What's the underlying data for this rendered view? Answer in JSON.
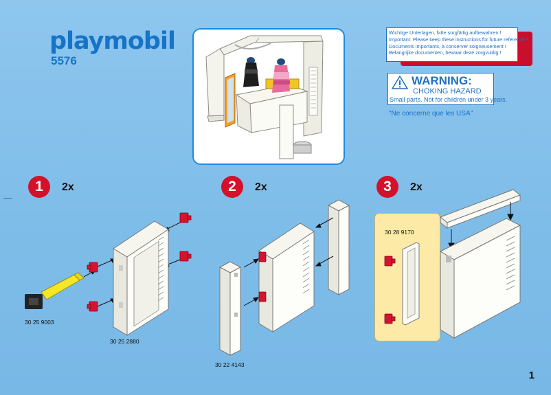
{
  "header": {
    "brand": "playmobil",
    "model": "5576"
  },
  "notice": {
    "lines": [
      "Wichtige Unterlagen, bitte sorgfältig aufbewahren !",
      "Important: Please keep these instructions for future reference !",
      "Documents importants, à conserver soigneusement !",
      "Belangrijke documenten, bewaar deze zorgvuldig !"
    ]
  },
  "warning": {
    "title": "WARNING:",
    "subtitle": "CHOKING HAZARD",
    "detail": "Small parts. Not for children under 3 years.",
    "usa_note": "\"Ne concerne que les USA\""
  },
  "steps": [
    {
      "number": "1",
      "quantity": "2x",
      "parts": [
        "30 25 9003",
        "30 25 2880"
      ]
    },
    {
      "number": "2",
      "quantity": "2x",
      "parts": [
        "30 22 4143"
      ]
    },
    {
      "number": "3",
      "quantity": "2x",
      "parts": [
        "30 28 9170"
      ]
    }
  ],
  "page_number": "1",
  "colors": {
    "background": "#82c0ec",
    "brand_blue": "#1673c8",
    "step_red": "#d4102a",
    "connector_red": "#d8132f",
    "part_card": "#fdeaa6",
    "yellow_tool": "#f5e626"
  }
}
